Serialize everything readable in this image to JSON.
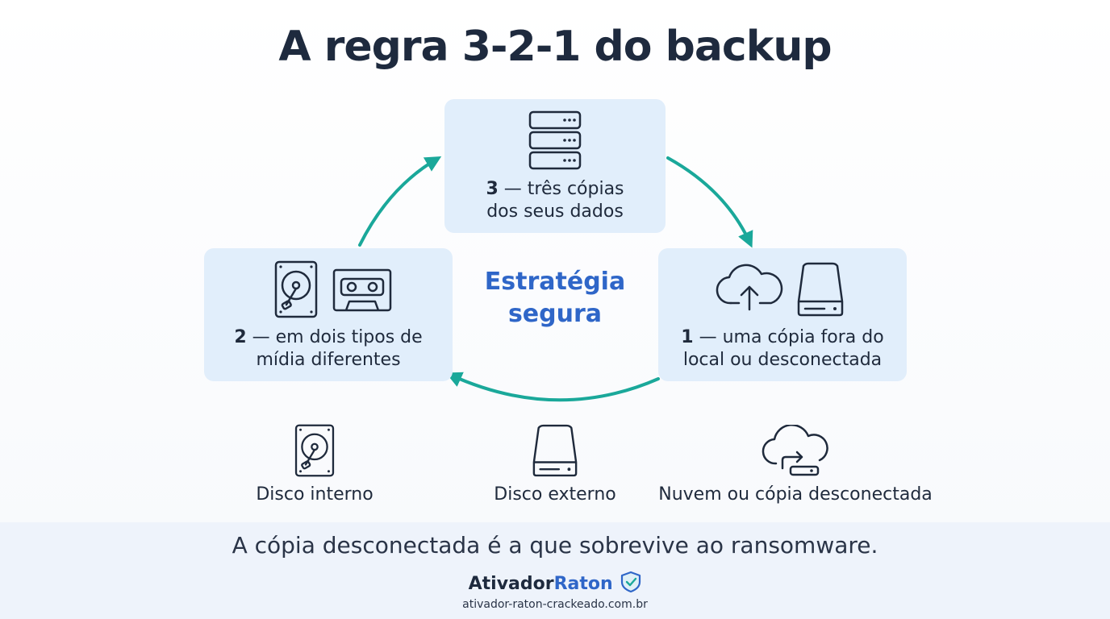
{
  "title": "A regra 3-2-1 do backup",
  "cards": {
    "top": {
      "number": "3",
      "text_line1": " — três cópias",
      "text_line2": "dos seus dados",
      "icon": "server-stack-icon"
    },
    "left": {
      "number": "2",
      "text_line1": " — em dois tipos de",
      "text_line2": "mídia diferentes",
      "icons": [
        "hard-disk-icon",
        "cassette-tape-icon"
      ]
    },
    "right": {
      "number": "1",
      "text_line1": " — uma cópia fora do",
      "text_line2": "local ou desconectada",
      "icons": [
        "cloud-upload-icon",
        "external-drive-icon"
      ]
    }
  },
  "center": {
    "line1": "Estratégia",
    "line2": "segura"
  },
  "media": [
    {
      "label": "Disco interno",
      "icon": "hard-disk-icon"
    },
    {
      "label": "Disco externo",
      "icon": "external-drive-icon"
    },
    {
      "label": "Nuvem ou cópia desconectada",
      "icon": "cloud-sync-icon"
    }
  ],
  "footer": {
    "message": "A cópia desconectada é a que sobrevive ao ransomware.",
    "brand_part1": "Ativador",
    "brand_part2": "Raton",
    "brand_icon": "shield-check-icon",
    "url": "ativador-raton-crackeado.com.br"
  },
  "colors": {
    "accent": "#2f66c8",
    "arrow": "#1aa89a",
    "card_bg": "#e1eefb",
    "text": "#1f2a3c"
  }
}
